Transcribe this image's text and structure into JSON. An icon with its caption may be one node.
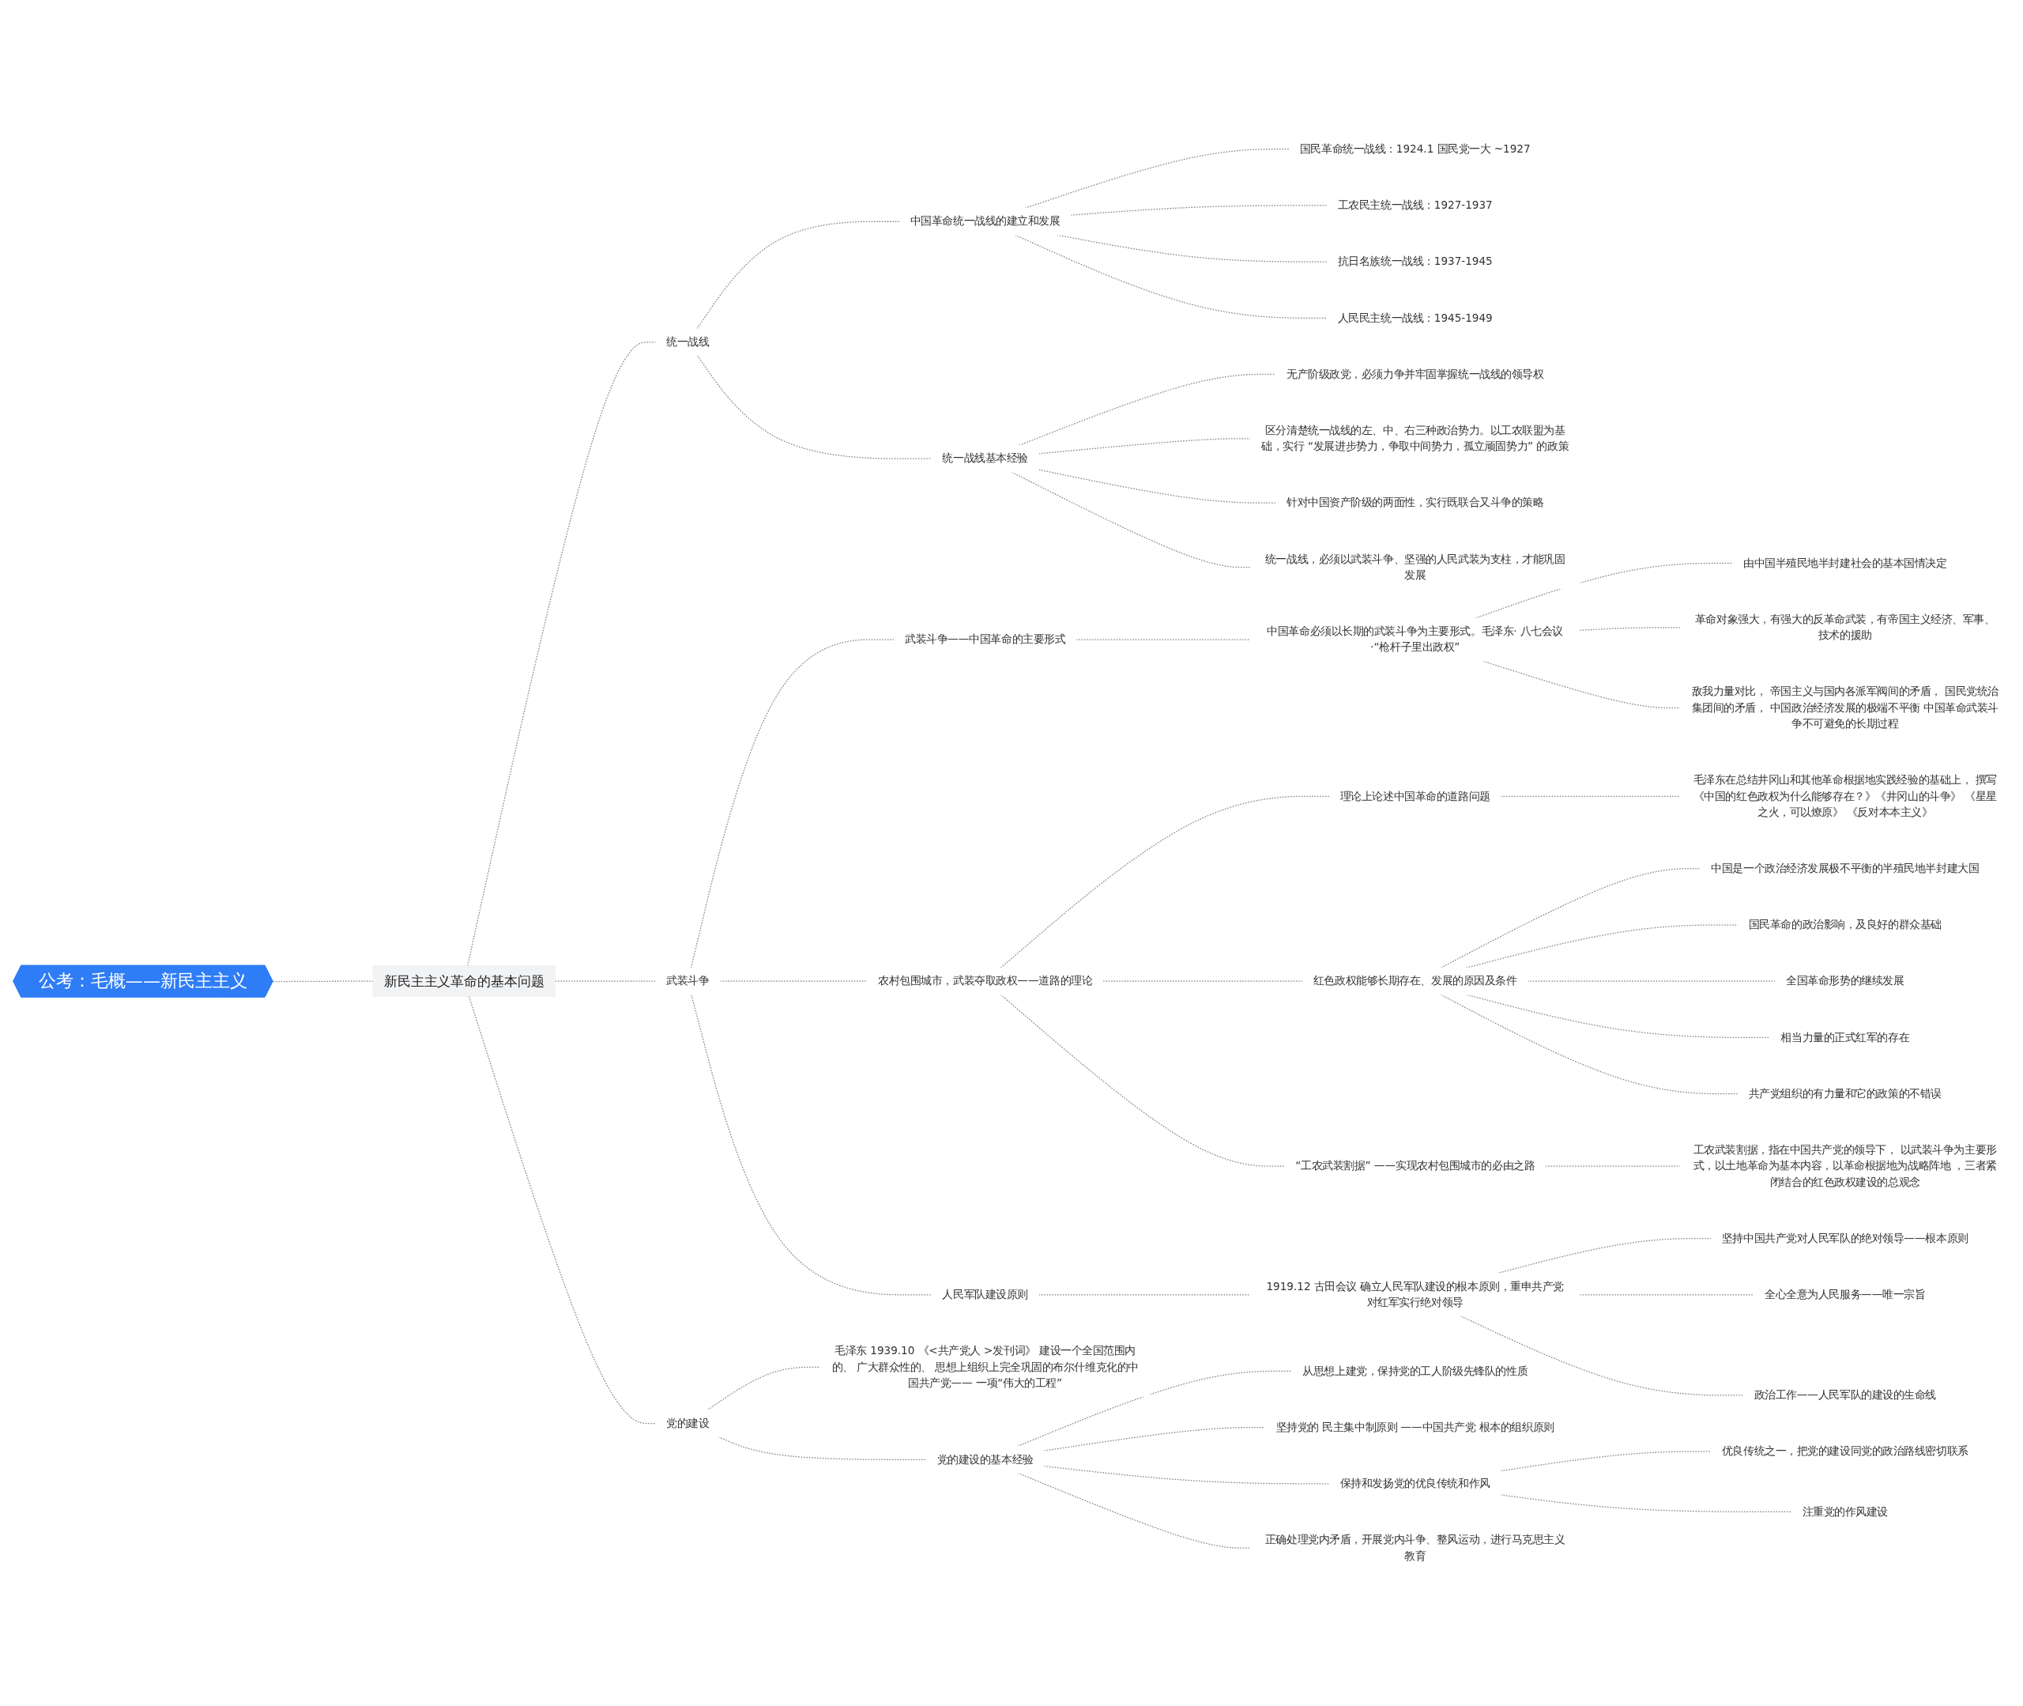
{
  "diagram": {
    "nodes": [
      {
        "text": [
          "公考：毛概——新民主主义"
        ]
      },
      {
        "text": [
          "新民主主义革命的基本问题"
        ]
      },
      {
        "text": [
          "统一战线"
        ]
      },
      {
        "text": [
          "中国革命统一战线的建立和发展"
        ]
      },
      {
        "text": [
          "国民革命统一战线：1924.1 国民党一大 ~1927"
        ]
      },
      {
        "text": [
          "工农民主统一战线：1927-1937"
        ]
      },
      {
        "text": [
          "抗日名族统一战线：1937-1945"
        ]
      },
      {
        "text": [
          "人民民主统一战线：1945-1949"
        ]
      },
      {
        "text": [
          "统一战线基本经验"
        ]
      },
      {
        "text": [
          "无产阶级政党，必须力争并牢固掌握统一战线的领导权"
        ]
      },
      {
        "text": [
          "区分清楚统一战线的左、中、右三种政治势力。以工农联盟为基础，实行 “发展进步势力，争取中间势力，孤立顽固势力” 的政策"
        ]
      },
      {
        "text": [
          "针对中国资产阶级的两面性，实行既联合又斗争的策略"
        ]
      },
      {
        "text": [
          "统一战线，必须以武装斗争、坚强的人民武装为支柱，才能巩固发展"
        ]
      },
      {
        "text": [
          "武装斗争"
        ]
      },
      {
        "text": [
          "武装斗争——中国革命的主要形式"
        ]
      },
      {
        "text": [
          "中国革命必须以长期的武装斗争为主要形式。毛泽东· 八七会议·“枪杆子里出政权”"
        ]
      },
      {
        "text": [
          "由中国半殖民地半封建社会的基本国情决定"
        ]
      },
      {
        "text": [
          "革命对象强大，有强大的反革命武装，有帝国主义经济、军事、技术的援助"
        ]
      },
      {
        "text": [
          "敌我力量对比， 帝国主义与国内各派军阀间的矛盾， 国民党统治集团间的矛盾， 中国政治经济发展的极端不平衡 中国革命武装斗争不可避免的长期过程"
        ]
      },
      {
        "text": [
          "农村包围城市，武装夺取政权——道路的理论"
        ]
      },
      {
        "text": [
          "理论上论述中国革命的道路问题"
        ]
      },
      {
        "text": [
          "毛泽东在总结井冈山和其他革命根据地实践经验的基础上， 撰写《中国的红色政权为什么能够存在？》《井冈山的斗争》 《星星之火，可以燎原》 《反对本本主义》"
        ]
      },
      {
        "text": [
          "红色政权能够长期存在、发展的原因及条件"
        ]
      },
      {
        "text": [
          "中国是一个政治经济发展极不平衡的半殖民地半封建大国"
        ]
      },
      {
        "text": [
          "国民革命的政治影响，及良好的群众基础"
        ]
      },
      {
        "text": [
          "全国革命形势的继续发展"
        ]
      },
      {
        "text": [
          "相当力量的正式红军的存在"
        ]
      },
      {
        "text": [
          "共产党组织的有力量和它的政策的不错误"
        ]
      },
      {
        "text": [
          "“工农武装割据” ——实现农村包围城市的必由之路"
        ]
      },
      {
        "text": [
          "工农武装割据，指在中国共产党的领导下， 以武装斗争为主要形式，以土地革命为基本内容，以革命根据地为战略阵地 ，三者紧闭结合的红色政权建设的总观念"
        ]
      },
      {
        "text": [
          "人民军队建设原则"
        ]
      },
      {
        "text": [
          "1919.12 古田会议 确立人民军队建设的根本原则，重申共产党对红军实行绝对领导"
        ]
      },
      {
        "text": [
          "坚持中国共产党对人民军队的绝对领导——根本原则"
        ]
      },
      {
        "text": [
          "全心全意为人民服务——唯一宗旨"
        ]
      },
      {
        "text": [
          "政治工作——人民军队的建设的生命线"
        ]
      },
      {
        "text": [
          "党的建设"
        ]
      },
      {
        "text": [
          "毛泽东 1939.10 《<共产党人 >发刊词》 建设一个全国范围内的、 广大群众性的、 思想上组织上完全巩固的布尔什维克化的中国共产党—— 一项“伟大的工程”"
        ]
      },
      {
        "text": [
          "党的建设的基本经验"
        ]
      },
      {
        "text": [
          "从思想上建党，保持党的工人阶级先锋队的性质"
        ]
      },
      {
        "text": [
          "坚持党的 民主集中制原则 ——中国共产党 根本的组织原则"
        ]
      },
      {
        "text": [
          "保持和发扬党的优良传统和作风"
        ]
      },
      {
        "text": [
          "优良传统之一，把党的建设同党的政治路线密切联系"
        ]
      },
      {
        "text": [
          "注重党的作风建设"
        ]
      },
      {
        "text": [
          "正确处理党内矛盾，开展党内斗争、整风运动，进行马克思主义教育"
        ]
      }
    ],
    "edges": [
      {
        "from": 0,
        "to": 1,
        "arrow": "none",
        "style": "dashed"
      },
      {
        "from": 1,
        "to": 2,
        "arrow": "none",
        "style": "dashed"
      },
      {
        "from": 2,
        "to": 3,
        "arrow": "none",
        "style": "dashed"
      },
      {
        "from": 3,
        "to": 4,
        "arrow": "none",
        "style": "dashed"
      },
      {
        "from": 3,
        "to": 5,
        "arrow": "none",
        "style": "dashed"
      },
      {
        "from": 3,
        "to": 6,
        "arrow": "none",
        "style": "dashed"
      },
      {
        "from": 3,
        "to": 7,
        "arrow": "none",
        "style": "dashed"
      },
      {
        "from": 2,
        "to": 8,
        "arrow": "none",
        "style": "dashed"
      },
      {
        "from": 8,
        "to": 9,
        "arrow": "none",
        "style": "dashed"
      },
      {
        "from": 8,
        "to": 10,
        "arrow": "none",
        "style": "dashed"
      },
      {
        "from": 8,
        "to": 11,
        "arrow": "none",
        "style": "dashed"
      },
      {
        "from": 8,
        "to": 12,
        "arrow": "none",
        "style": "dashed"
      },
      {
        "from": 1,
        "to": 13,
        "arrow": "none",
        "style": "dashed"
      },
      {
        "from": 13,
        "to": 14,
        "arrow": "none",
        "style": "dashed"
      },
      {
        "from": 14,
        "to": 15,
        "arrow": "none",
        "style": "dashed"
      },
      {
        "from": 15,
        "to": 16,
        "arrow": "none",
        "style": "dashed"
      },
      {
        "from": 15,
        "to": 17,
        "arrow": "none",
        "style": "dashed"
      },
      {
        "from": 15,
        "to": 18,
        "arrow": "none",
        "style": "dashed"
      },
      {
        "from": 13,
        "to": 19,
        "arrow": "none",
        "style": "dashed"
      },
      {
        "from": 19,
        "to": 20,
        "arrow": "none",
        "style": "dashed"
      },
      {
        "from": 20,
        "to": 21,
        "arrow": "none",
        "style": "dashed"
      },
      {
        "from": 19,
        "to": 22,
        "arrow": "none",
        "style": "dashed"
      },
      {
        "from": 22,
        "to": 23,
        "arrow": "none",
        "style": "dashed"
      },
      {
        "from": 22,
        "to": 24,
        "arrow": "none",
        "style": "dashed"
      },
      {
        "from": 22,
        "to": 25,
        "arrow": "none",
        "style": "dashed"
      },
      {
        "from": 22,
        "to": 26,
        "arrow": "none",
        "style": "dashed"
      },
      {
        "from": 22,
        "to": 27,
        "arrow": "none",
        "style": "dashed"
      },
      {
        "from": 19,
        "to": 28,
        "arrow": "none",
        "style": "dashed"
      },
      {
        "from": 28,
        "to": 29,
        "arrow": "none",
        "style": "dashed"
      },
      {
        "from": 13,
        "to": 30,
        "arrow": "none",
        "style": "dashed"
      },
      {
        "from": 30,
        "to": 31,
        "arrow": "none",
        "style": "dashed"
      },
      {
        "from": 31,
        "to": 32,
        "arrow": "none",
        "style": "dashed"
      },
      {
        "from": 31,
        "to": 33,
        "arrow": "none",
        "style": "dashed"
      },
      {
        "from": 31,
        "to": 34,
        "arrow": "none",
        "style": "dashed"
      },
      {
        "from": 1,
        "to": 35,
        "arrow": "none",
        "style": "dashed"
      },
      {
        "from": 35,
        "to": 36,
        "arrow": "none",
        "style": "dashed"
      },
      {
        "from": 35,
        "to": 37,
        "arrow": "none",
        "style": "dashed"
      },
      {
        "from": 37,
        "to": 38,
        "arrow": "none",
        "style": "dashed"
      },
      {
        "from": 37,
        "to": 39,
        "arrow": "none",
        "style": "dashed"
      },
      {
        "from": 37,
        "to": 40,
        "arrow": "none",
        "style": "dashed"
      },
      {
        "from": 40,
        "to": 41,
        "arrow": "none",
        "style": "dashed"
      },
      {
        "from": 40,
        "to": 42,
        "arrow": "none",
        "style": "dashed"
      },
      {
        "from": 37,
        "to": 43,
        "arrow": "none",
        "style": "dashed"
      }
    ]
  }
}
